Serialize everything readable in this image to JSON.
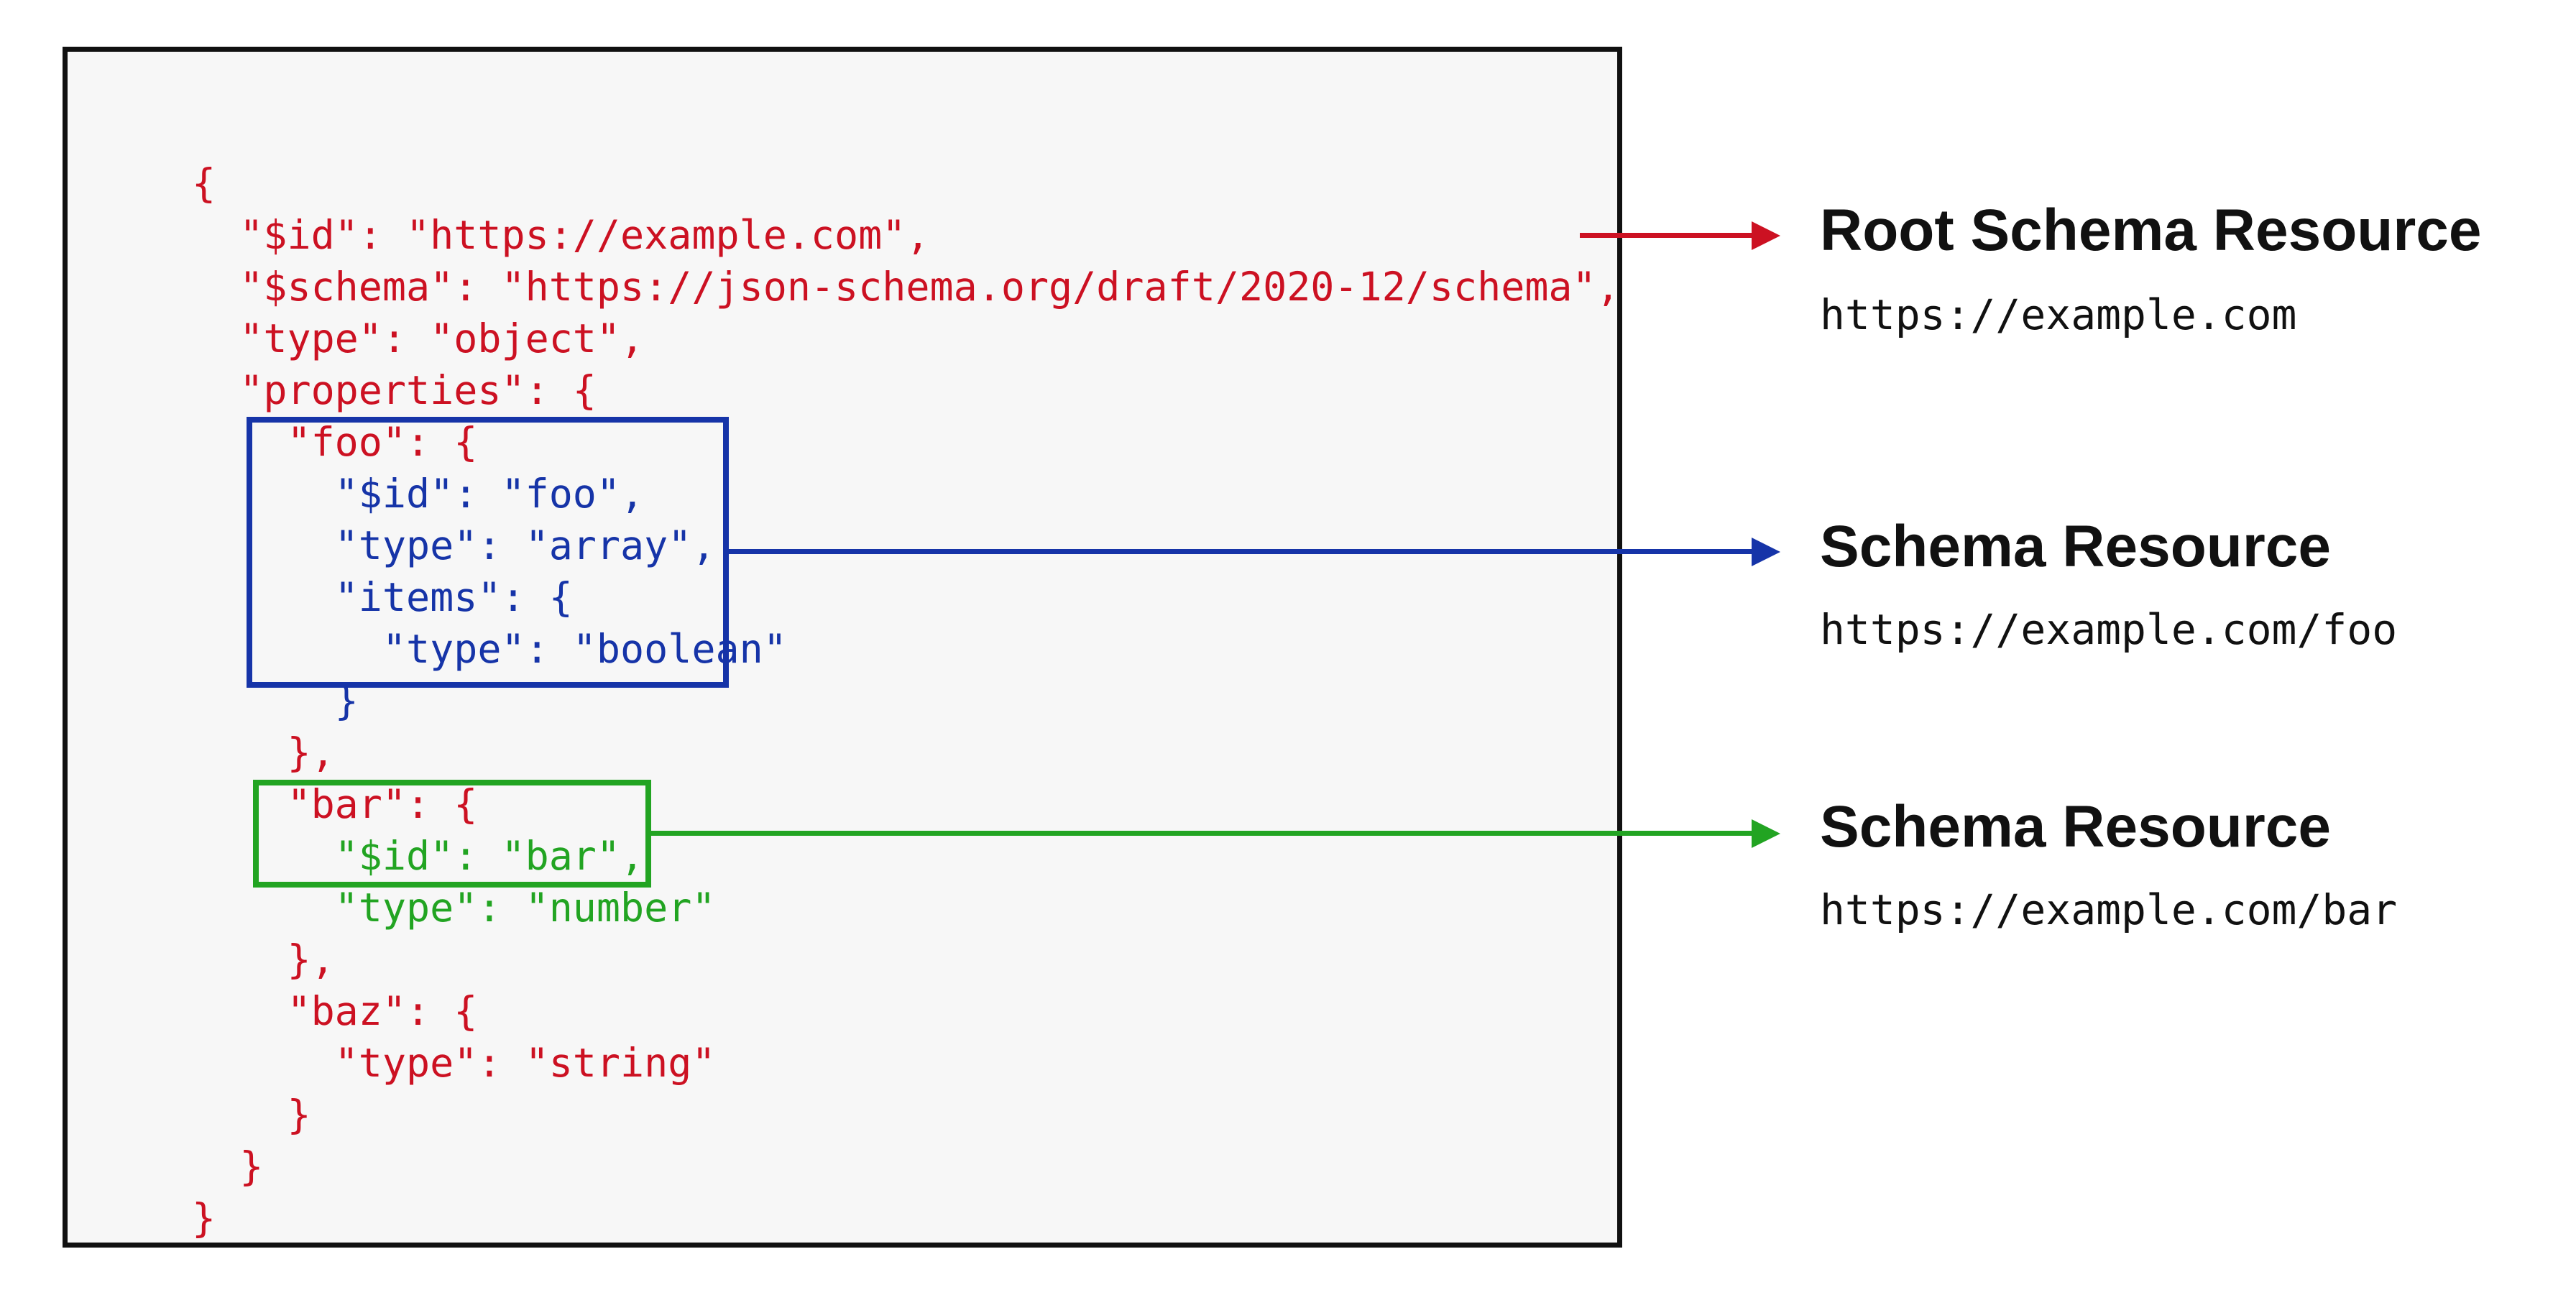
{
  "colors": {
    "red": "#cc1122",
    "blue": "#1634a8",
    "green": "#22a422",
    "text_black": "#111111",
    "panel_border": "#111111",
    "panel_background": "#f7f7f7",
    "page_background": "#ffffff"
  },
  "code": {
    "lines": [
      {
        "text": "{",
        "role": "root"
      },
      {
        "text": "  \"$id\": \"https://example.com\",",
        "role": "root"
      },
      {
        "text": "  \"$schema\": \"https://json-schema.org/draft/2020-12/schema\",",
        "role": "root"
      },
      {
        "text": "  \"type\": \"object\",",
        "role": "root"
      },
      {
        "text": "  \"properties\": {",
        "role": "root"
      },
      {
        "text": "    \"foo\": {",
        "role": "root"
      },
      {
        "text": "      \"$id\": \"foo\",",
        "role": "foo"
      },
      {
        "text": "      \"type\": \"array\",",
        "role": "foo"
      },
      {
        "text": "      \"items\": {",
        "role": "foo"
      },
      {
        "text": "        \"type\": \"boolean\"",
        "role": "foo"
      },
      {
        "text": "      }",
        "role": "foo"
      },
      {
        "text": "    },",
        "role": "root"
      },
      {
        "text": "    \"bar\": {",
        "role": "root"
      },
      {
        "text": "      \"$id\": \"bar\",",
        "role": "bar"
      },
      {
        "text": "      \"type\": \"number\"",
        "role": "bar"
      },
      {
        "text": "    },",
        "role": "root"
      },
      {
        "text": "    \"baz\": {",
        "role": "root"
      },
      {
        "text": "      \"type\": \"string\"",
        "role": "root"
      },
      {
        "text": "    }",
        "role": "root"
      },
      {
        "text": "  }",
        "role": "root"
      },
      {
        "text": "}",
        "role": "root"
      }
    ]
  },
  "labels": [
    {
      "id": "root",
      "title": "Root Schema Resource",
      "url": "https://example.com"
    },
    {
      "id": "foo",
      "title": "Schema Resource",
      "url": "https://example.com/foo"
    },
    {
      "id": "bar",
      "title": "Schema Resource",
      "url": "https://example.com/bar"
    }
  ]
}
